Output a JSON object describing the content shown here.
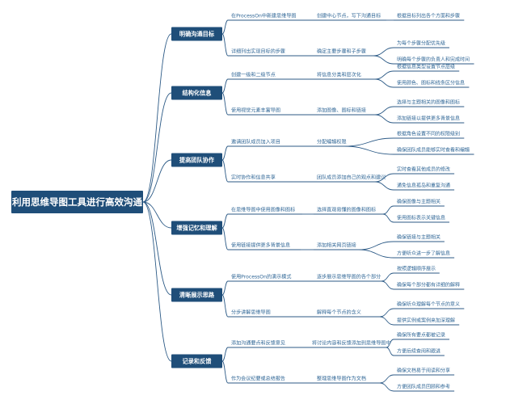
{
  "root": "利用思维导图工具进行高效沟通",
  "branches": [
    {
      "title": "明确沟通目标",
      "children": [
        {
          "label": "在ProcessOn中新建思维导图",
          "children": [
            {
              "label": "创建中心节点，写下沟通目标",
              "children": [
                "根据目标列出各个方面和步骤"
              ]
            }
          ]
        },
        {
          "label": "详细列出实现目标的步骤",
          "children": [
            {
              "label": "确定主要步骤和子步骤",
              "children": [
                "为每个步骤分配优先级",
                "明确每个步骤的负责人和完成时间"
              ]
            }
          ]
        }
      ]
    },
    {
      "title": "结构化信息",
      "children": [
        {
          "label": "创建一级和二级节点",
          "children": [
            {
              "label": "将信息分类和层次化",
              "children": [
                "根据信息类型设置节点层级",
                "使用颜色、图标和线条区分信息"
              ]
            }
          ]
        },
        {
          "label": "使用视觉元素丰富导图",
          "children": [
            {
              "label": "添加图像、图标和链接",
              "children": [
                "选择与主题相关的图像和图标",
                "添加链接以提供更多背景信息"
              ]
            }
          ]
        }
      ]
    },
    {
      "title": "提高团队协作",
      "children": [
        {
          "label": "邀请团队成员加入项目",
          "children": [
            {
              "label": "分配编辑权限",
              "children": [
                "根据角色设置不同的权限级别",
                "确保团队成员能够实时查看和编辑"
              ]
            }
          ]
        },
        {
          "label": "实时协作和信息共享",
          "children": [
            {
              "label": "团队成员添加自己的观点和建议",
              "children": [
                "实时查看其他成员的修改",
                "通免信息孤岛和重复沟通"
              ]
            }
          ]
        }
      ]
    },
    {
      "title": "增强记忆和理解",
      "children": [
        {
          "label": "在思维导图中使用图像和图标",
          "children": [
            {
              "label": "选择直观易懂的图像和图标",
              "children": [
                "确保图像与主题相关",
                "使用图标表示关键信息"
              ]
            }
          ]
        },
        {
          "label": "使用链接提供更多背景信息",
          "children": [
            {
              "label": "添加相关网页链接",
              "children": [
                "确保链接与主题相关",
                "方便听众进一步了解信息"
              ]
            }
          ]
        }
      ]
    },
    {
      "title": "清晰展示思路",
      "children": [
        {
          "label": "使用ProcessOn的演示模式",
          "children": [
            {
              "label": "逐步展示思维导图的各个部分",
              "children": [
                "按照逻辑顺序展示",
                "确保每个部分都有详细的解释"
              ]
            }
          ]
        },
        {
          "label": "分步讲解思维导图",
          "children": [
            {
              "label": "解释每个节点的含义",
              "children": [
                "确保听众理解每个节点的意义",
                "提供实例或案例来加深理解"
              ]
            }
          ]
        }
      ]
    },
    {
      "title": "记录和反馈",
      "children": [
        {
          "label": "添加沟通要点和反馈意见",
          "children": [
            {
              "label": "将讨论内容和反馈添加到思维导图中",
              "children": [
                "确保所有要点都被记录",
                "方便后续查阅和跟进"
              ]
            }
          ]
        },
        {
          "label": "作为会议纪要或总结报告",
          "children": [
            {
              "label": "整理思维导图作为文档",
              "children": [
                "确保文档易于阅读和分享",
                "方便团队成员回顾和参考"
              ]
            }
          ]
        }
      ]
    }
  ]
}
